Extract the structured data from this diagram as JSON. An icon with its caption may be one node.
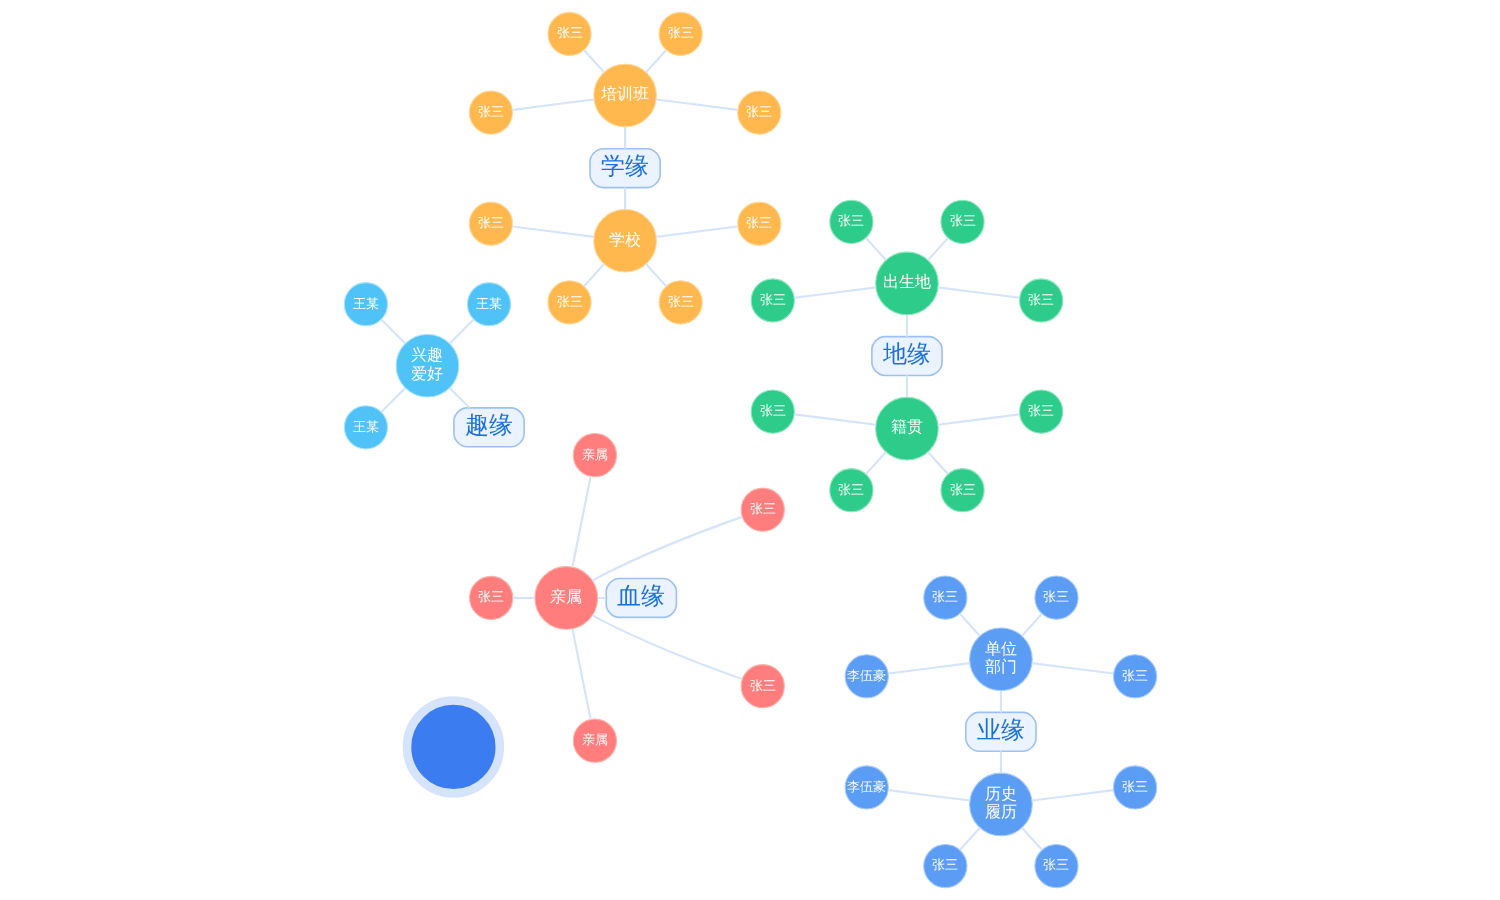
{
  "diagram": {
    "nodes": [
      {
        "text": [],
        "shape": "person"
      },
      {
        "text": [
          "血缘"
        ]
      },
      {
        "text": [
          "地缘"
        ]
      },
      {
        "text": [
          "学缘"
        ]
      },
      {
        "text": [
          "业缘"
        ]
      },
      {
        "text": [
          "趣缘"
        ]
      },
      {
        "text": [
          "亲属"
        ]
      },
      {
        "text": [
          "张三"
        ]
      },
      {
        "text": [
          "亲属"
        ]
      },
      {
        "text": [
          "张三"
        ]
      },
      {
        "text": [
          "亲属"
        ]
      },
      {
        "text": [
          "张三"
        ]
      },
      {
        "text": [
          "出生地"
        ]
      },
      {
        "text": [
          "张三"
        ]
      },
      {
        "text": [
          "张三"
        ]
      },
      {
        "text": [
          "张三"
        ]
      },
      {
        "text": [
          "张三"
        ]
      },
      {
        "text": [
          "籍贯"
        ]
      },
      {
        "text": [
          "张三"
        ]
      },
      {
        "text": [
          "张三"
        ]
      },
      {
        "text": [
          "张三"
        ]
      },
      {
        "text": [
          "张三"
        ]
      },
      {
        "text": [
          "培训班"
        ]
      },
      {
        "text": [
          "张三"
        ]
      },
      {
        "text": [
          "张三"
        ]
      },
      {
        "text": [
          "张三"
        ]
      },
      {
        "text": [
          "张三"
        ]
      },
      {
        "text": [
          "学校"
        ]
      },
      {
        "text": [
          "张三"
        ]
      },
      {
        "text": [
          "张三"
        ]
      },
      {
        "text": [
          "张三"
        ]
      },
      {
        "text": [
          "张三"
        ]
      },
      {
        "text": [
          "单位部门"
        ]
      },
      {
        "text": [
          "张三"
        ]
      },
      {
        "text": [
          "张三"
        ]
      },
      {
        "text": [
          "张三"
        ]
      },
      {
        "text": [
          "李伍豪"
        ]
      },
      {
        "text": [
          "历史履历"
        ]
      },
      {
        "text": [
          "李伍豪"
        ]
      },
      {
        "text": [
          "张三"
        ]
      },
      {
        "text": [
          "张三"
        ]
      },
      {
        "text": [
          "张三"
        ]
      },
      {
        "text": [
          "兴趣爱好"
        ]
      },
      {
        "text": [
          "王某"
        ]
      },
      {
        "text": [
          "王某"
        ]
      },
      {
        "text": [
          "王某"
        ]
      }
    ],
    "edges": [
      {
        "from": 1,
        "to": 6,
        "arrow": "none"
      },
      {
        "from": 2,
        "to": 12,
        "arrow": "none"
      },
      {
        "from": 2,
        "to": 17,
        "arrow": "none"
      },
      {
        "from": 3,
        "to": 22,
        "arrow": "none"
      },
      {
        "from": 3,
        "to": 27,
        "arrow": "none"
      },
      {
        "from": 4,
        "to": 32,
        "arrow": "none"
      },
      {
        "from": 4,
        "to": 37,
        "arrow": "none"
      },
      {
        "from": 5,
        "to": 42,
        "arrow": "none"
      },
      {
        "from": 6,
        "to": 7,
        "arrow": "none"
      },
      {
        "from": 6,
        "to": 8,
        "arrow": "none"
      },
      {
        "from": 6,
        "to": 9,
        "arrow": "none"
      },
      {
        "from": 6,
        "to": 10,
        "arrow": "none"
      },
      {
        "from": 6,
        "to": 11,
        "arrow": "none"
      },
      {
        "from": 12,
        "to": 13,
        "arrow": "none"
      },
      {
        "from": 12,
        "to": 14,
        "arrow": "none"
      },
      {
        "from": 12,
        "to": 15,
        "arrow": "none"
      },
      {
        "from": 12,
        "to": 16,
        "arrow": "none"
      },
      {
        "from": 17,
        "to": 18,
        "arrow": "none"
      },
      {
        "from": 17,
        "to": 19,
        "arrow": "none"
      },
      {
        "from": 17,
        "to": 20,
        "arrow": "none"
      },
      {
        "from": 17,
        "to": 21,
        "arrow": "none"
      },
      {
        "from": 22,
        "to": 23,
        "arrow": "none"
      },
      {
        "from": 22,
        "to": 24,
        "arrow": "none"
      },
      {
        "from": 22,
        "to": 25,
        "arrow": "none"
      },
      {
        "from": 22,
        "to": 26,
        "arrow": "none"
      },
      {
        "from": 27,
        "to": 28,
        "arrow": "none"
      },
      {
        "from": 27,
        "to": 29,
        "arrow": "none"
      },
      {
        "from": 27,
        "to": 30,
        "arrow": "none"
      },
      {
        "from": 27,
        "to": 31,
        "arrow": "none"
      },
      {
        "from": 32,
        "to": 33,
        "arrow": "none"
      },
      {
        "from": 32,
        "to": 34,
        "arrow": "none"
      },
      {
        "from": 32,
        "to": 35,
        "arrow": "none"
      },
      {
        "from": 32,
        "to": 36,
        "arrow": "none"
      },
      {
        "from": 37,
        "to": 38,
        "arrow": "none"
      },
      {
        "from": 37,
        "to": 39,
        "arrow": "none"
      },
      {
        "from": 37,
        "to": 40,
        "arrow": "none"
      },
      {
        "from": 37,
        "to": 41,
        "arrow": "none"
      },
      {
        "from": 42,
        "to": 43,
        "arrow": "none"
      },
      {
        "from": 42,
        "to": 44,
        "arrow": "none"
      },
      {
        "from": 42,
        "to": 45,
        "arrow": "none"
      }
    ]
  }
}
